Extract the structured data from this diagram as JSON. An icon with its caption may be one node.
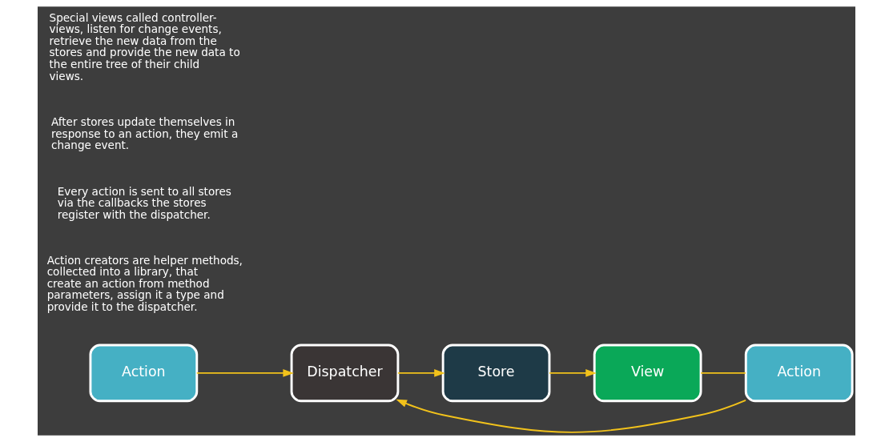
{
  "diagram": {
    "nodes": [
      {
        "text": [
          "Action"
        ]
      },
      {
        "text": [
          "Dispatcher"
        ]
      },
      {
        "text": [
          "Store"
        ]
      },
      {
        "text": [
          "View"
        ]
      },
      {
        "text": [
          "Action"
        ]
      }
    ],
    "edges": [
      {
        "from": 0,
        "to": 1,
        "arrow": "to"
      },
      {
        "from": 1,
        "to": 2,
        "arrow": "to"
      },
      {
        "from": 2,
        "to": 3,
        "arrow": "to"
      },
      {
        "from": 3,
        "to": 4,
        "arrow": "none"
      },
      {
        "from": 4,
        "to": 1,
        "arrow": "to"
      }
    ],
    "labels": [
      "Action creators are helper methods, collected into a library, that create an action from method parameters, assign it a type and provide it to the dispatcher.",
      "Every action is sent to all stores via the callbacks the stores register with the dispatcher.",
      "After stores update themselves in response to an action, they emit a change event.",
      "Special views called controller-views, listen for change events, retrieve the new data from the stores and provide the new data to the entire tree of their child views."
    ]
  }
}
